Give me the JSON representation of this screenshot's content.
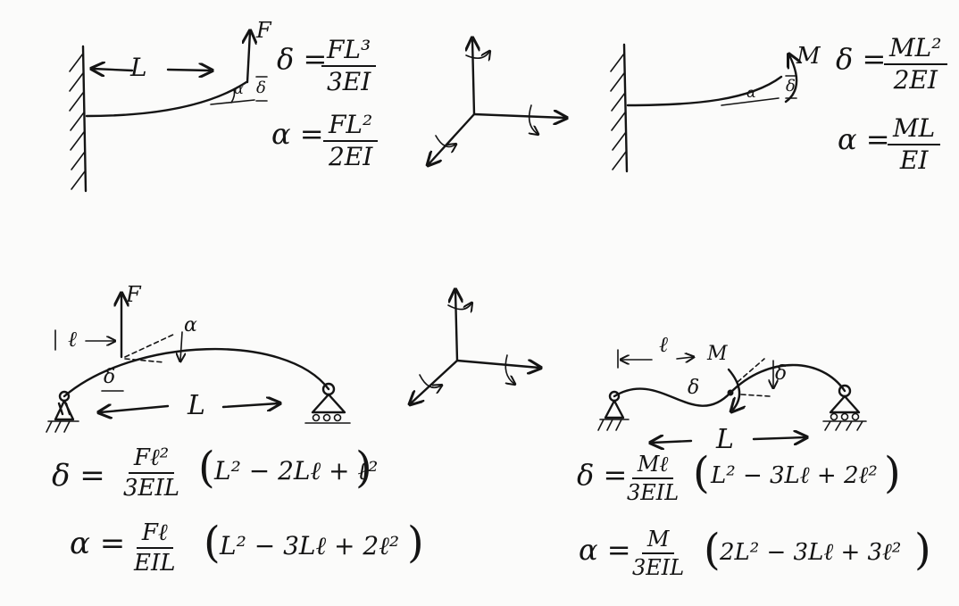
{
  "cantilever_force": {
    "length": "L",
    "load": "F",
    "deflection_symbol": "δ",
    "angle_symbol": "α",
    "deflection_formula": {
      "lhs": "δ =",
      "num": "FL³",
      "den": "3EI"
    },
    "slope_formula": {
      "lhs": "α =",
      "num": "FL²",
      "den": "2EI"
    }
  },
  "cantilever_moment": {
    "load": "M",
    "deflection_symbol": "δ",
    "angle_symbol": "α",
    "deflection_formula": {
      "lhs": "δ =",
      "num": "ML²",
      "den": "2EI"
    },
    "slope_formula": {
      "lhs": "α =",
      "num": "ML",
      "den": "EI"
    }
  },
  "simply_supported_force": {
    "offset": "ℓ",
    "load": "F",
    "span": "L",
    "deflection_symbol": "δ",
    "angle_symbol": "α",
    "deflection_formula": {
      "lhs": "δ =",
      "num": "Fℓ²",
      "den": "3EIL",
      "tail": "L² − 2Lℓ + ℓ²"
    },
    "slope_formula": {
      "lhs": "α =",
      "num": "Fℓ",
      "den": "EIL",
      "tail": "L² − 3Lℓ + 2ℓ²"
    }
  },
  "simply_supported_moment": {
    "offset": "ℓ",
    "load": "M",
    "span": "L",
    "deflection_symbol": "δ",
    "deflection_formula": {
      "lhs": "δ =",
      "num": "Mℓ",
      "den": "3EIL",
      "tail": "L² − 3Lℓ + 2ℓ²"
    },
    "slope_formula": {
      "lhs": "α =",
      "num": "M",
      "den": "3EIL",
      "tail": "2L² − 3Lℓ + 3ℓ²"
    }
  }
}
